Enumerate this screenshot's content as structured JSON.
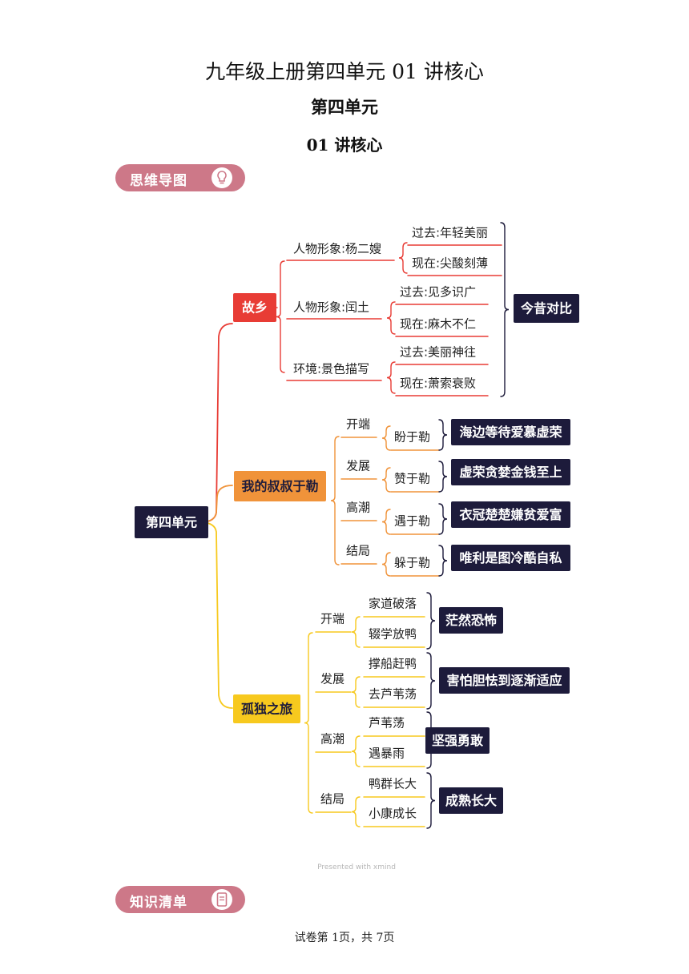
{
  "header": {
    "title": "九年级上册第四单元 01 讲核心",
    "subtitle1": "第四单元",
    "subtitle2": "01 讲核心"
  },
  "sections": {
    "mindmap_label": "思维导图",
    "mindmap_icon": "lightbulb-icon",
    "knowledge_label": "知识清单",
    "knowledge_icon": "notebook-icon"
  },
  "colors": {
    "pill": "#cd7888",
    "branch1": "#e83c35",
    "branch2": "#f0933a",
    "branch3": "#f7c91e",
    "dark_box": "#1d1b3b"
  },
  "mindmap": {
    "root": "第四单元",
    "branches": [
      {
        "label": "故乡",
        "topics": [
          {
            "label": "人物形象:杨二嫂",
            "items": [
              "过去:年轻美丽",
              "现在:尖酸刻薄"
            ]
          },
          {
            "label": "人物形象:闰土",
            "items": [
              "过去:见多识广",
              "现在:麻木不仁"
            ]
          },
          {
            "label": "环境:景色描写",
            "items": [
              "过去:美丽神往",
              "现在:萧索衰败"
            ]
          }
        ],
        "summary": "今昔对比"
      },
      {
        "label": "我的叔叔于勒",
        "stages": [
          {
            "label": "开端",
            "item": "盼于勒",
            "summary": "海边等待爱慕虚荣"
          },
          {
            "label": "发展",
            "item": "赞于勒",
            "summary": "虚荣贪婪金钱至上"
          },
          {
            "label": "高潮",
            "item": "遇于勒",
            "summary": "衣冠楚楚嫌贫爱富"
          },
          {
            "label": "结局",
            "item": "躲于勒",
            "summary": "唯利是图冷酷自私"
          }
        ]
      },
      {
        "label": "孤独之旅",
        "stages": [
          {
            "label": "开端",
            "items": [
              "家道破落",
              "辍学放鸭"
            ],
            "summary": "茫然恐怖"
          },
          {
            "label": "发展",
            "items": [
              "撑船赶鸭",
              "去芦苇荡"
            ],
            "summary": "害怕胆怯到逐渐适应"
          },
          {
            "label": "高潮",
            "items": [
              "芦苇荡",
              "遇暴雨"
            ],
            "summary": "坚强勇敢"
          },
          {
            "label": "结局",
            "items": [
              "鸭群长大",
              "小康成长"
            ],
            "summary": "成熟长大"
          }
        ]
      }
    ]
  },
  "watermark": "Presented with xmind",
  "footer": "试卷第 1页，共 7页"
}
